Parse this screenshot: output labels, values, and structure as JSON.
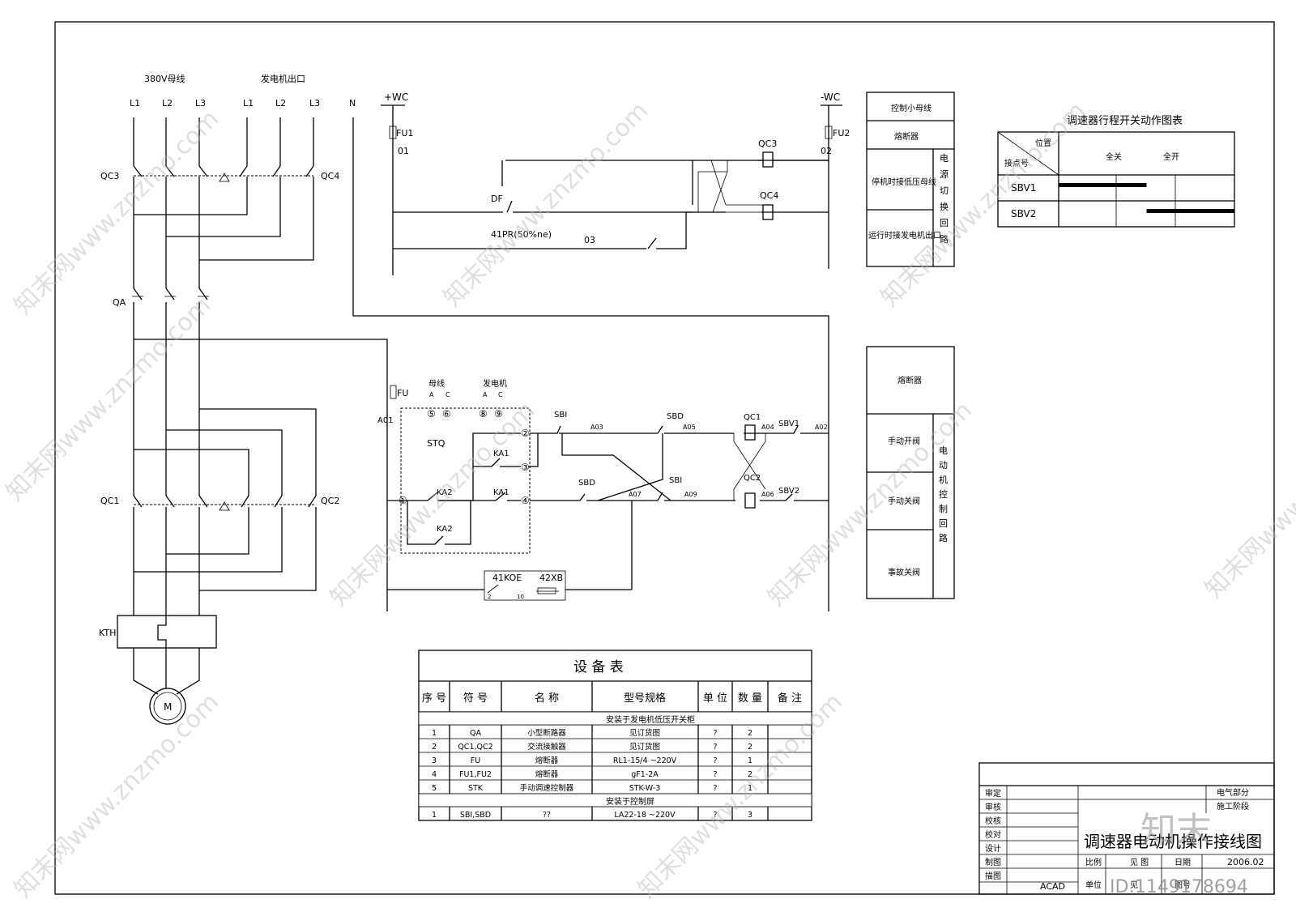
{
  "power": {
    "bus_title": "380V母线",
    "gen_title": "发电机出口",
    "phases": [
      "L1",
      "L2",
      "L3",
      "L1",
      "L2",
      "L3",
      "N"
    ],
    "qc3": "QC3",
    "qc4": "QC4",
    "qa": "QA",
    "qc1": "QC1",
    "qc2": "QC2",
    "kth": "KTH",
    "motor": "M"
  },
  "control_top": {
    "pwc": "+WC",
    "nwc": "-WC",
    "fu1": "FU1",
    "fu2": "FU2",
    "n01": "01",
    "n02": "02",
    "qc3": "QC3",
    "qc4": "QC4",
    "df": "DF",
    "pr": "41PR(50%ne)",
    "n03": "03"
  },
  "legend_top": {
    "r1": "控制小母线",
    "r2": "熔断器",
    "r3": "停机时接低压母线",
    "r4": "运行时接发电机出口",
    "side": [
      "电",
      "源",
      "切",
      "换",
      "回",
      "路"
    ]
  },
  "travel_chart": {
    "title": "调速器行程开关动作图表",
    "pos_label": "位置",
    "contact_label": "接点号",
    "col_closed": "全关",
    "col_open": "全开",
    "rows": [
      "SBV1",
      "SBV2"
    ],
    "bars": [
      [
        0.0,
        0.5
      ],
      [
        0.5,
        1.0
      ]
    ]
  },
  "control_bottom": {
    "fu": "FU",
    "a01": "A01",
    "bus": "母线",
    "gen": "发电机",
    "a1": "A",
    "c1": "C",
    "a2": "A",
    "c2": "C",
    "term1": "⑤",
    "term2": "⑥",
    "term3": "⑧",
    "term4": "⑨",
    "stq": "STQ",
    "t2": "②",
    "t3": "③",
    "t4": "④",
    "t1": "①",
    "ka1a": "KA1",
    "ka2a": "KA2",
    "ka1b": "KA1",
    "ka2b": "KA2",
    "sbi1": "SBI",
    "sbd1": "SBD",
    "sbd2": "SBD",
    "sbi2": "SBI",
    "qc1": "QC1",
    "qc2": "QC2",
    "sbv1": "SBV1",
    "sbv2": "SBV2",
    "a02": "A02",
    "a03": "A03",
    "a04": "A04",
    "a05": "A05",
    "a06": "A06",
    "a07": "A07",
    "a09": "A09",
    "k41": "41KOE",
    "xb": "42XB",
    "n2": "2",
    "n10": "10"
  },
  "legend_bottom": {
    "r1": "熔断器",
    "r2": "手动开阀",
    "r3": "手动关阀",
    "r4": "事故关阀",
    "side": [
      "电",
      "动",
      "机",
      "控",
      "制",
      "回",
      "路"
    ]
  },
  "equipment": {
    "title": "设 备 表",
    "headers": [
      "序 号",
      "符 号",
      "名 称",
      "型号规格",
      "单 位",
      "数 量",
      "备 注"
    ],
    "section1": "安装于发电机低压开关柜",
    "section2": "安装于控制屏",
    "rows": [
      [
        "1",
        "QA",
        "小型断路器",
        "见订货图",
        "?",
        "2",
        ""
      ],
      [
        "2",
        "QC1,QC2",
        "交流接触器",
        "见订货图",
        "?",
        "2",
        ""
      ],
      [
        "3",
        "FU",
        "熔断器",
        "RL1-15/4  ~220V",
        "?",
        "1",
        ""
      ],
      [
        "4",
        "FU1,FU2",
        "熔断器",
        "gF1-2A",
        "?",
        "2",
        ""
      ],
      [
        "5",
        "STK",
        "手动调速控制器",
        "STK-W-3",
        "?",
        "1",
        ""
      ]
    ],
    "rows2": [
      [
        "1",
        "SBI,SBD",
        "??",
        "LA22-18     ~220V",
        "?",
        "3",
        ""
      ]
    ]
  },
  "title_block": {
    "labels": [
      "审定",
      "审核",
      "校核",
      "校对",
      "设计",
      "制图",
      "描图"
    ],
    "dept": "电气部分",
    "stage": "施工阶段",
    "drawing_title": "调速器电动机操作接线图",
    "scale_label": "比例",
    "scale_val": "见 图",
    "date_label": "日期",
    "date_val": "2006.02",
    "unit_label": "单位",
    "unit_val": "见",
    "draw_no_label": "图号",
    "software": "ACAD"
  },
  "watermark": {
    "text": "知末网www.znzmo.com",
    "logo": "知末",
    "id": "ID:1149178694"
  }
}
